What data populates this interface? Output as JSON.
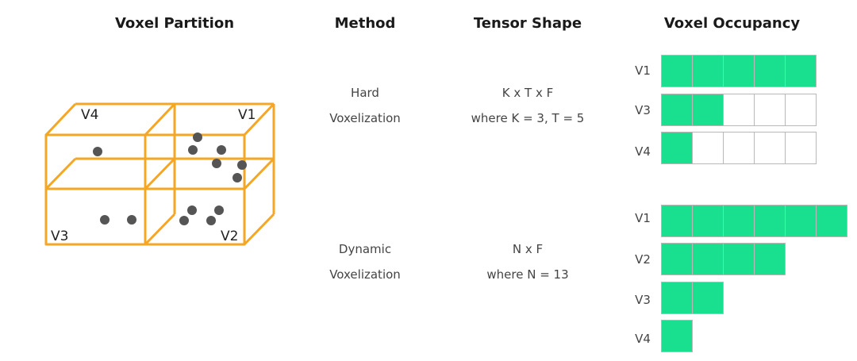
{
  "headers": {
    "partition": "Voxel Partition",
    "method": "Method",
    "tensor": "Tensor Shape",
    "occupancy": "Voxel Occupancy"
  },
  "colors": {
    "voxel_edge": "#f5a623",
    "point": "#555555",
    "filled": "#19e08f",
    "empty": "#ffffff",
    "border": "#b8b8b8"
  },
  "partition": {
    "labels": {
      "v1": "V1",
      "v2": "V2",
      "v3": "V3",
      "v4": "V4"
    }
  },
  "hard": {
    "method_line1": "Hard",
    "method_line2": "Voxelization",
    "shape_line1": "K x T x F",
    "shape_line2": "where K = 3, T = 5",
    "occupancy": [
      {
        "label": "V1",
        "filled": 5,
        "total": 5
      },
      {
        "label": "V3",
        "filled": 2,
        "total": 5
      },
      {
        "label": "V4",
        "filled": 1,
        "total": 5
      }
    ]
  },
  "dynamic": {
    "method_line1": "Dynamic",
    "method_line2": "Voxelization",
    "shape_line1": "N x F",
    "shape_line2": "where N = 13",
    "occupancy": [
      {
        "label": "V1",
        "filled": 6,
        "total": 6
      },
      {
        "label": "V2",
        "filled": 4,
        "total": 4
      },
      {
        "label": "V3",
        "filled": 2,
        "total": 2
      },
      {
        "label": "V4",
        "filled": 1,
        "total": 1
      }
    ]
  }
}
